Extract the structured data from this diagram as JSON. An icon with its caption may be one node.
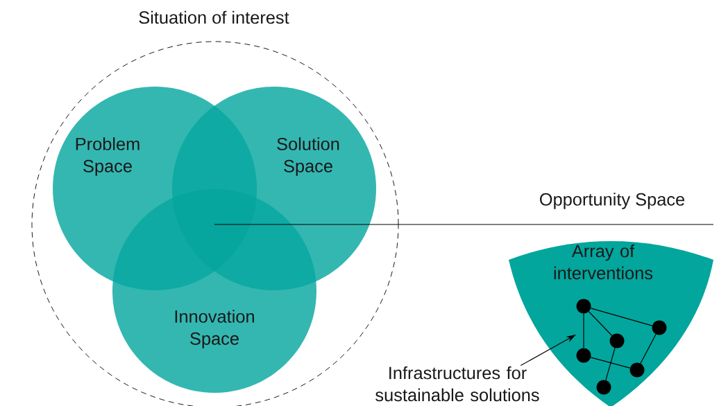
{
  "diagram": {
    "nodes": [
      {
        "text": [
          "Situation of interest"
        ]
      },
      {
        "text": [
          "Problem Space"
        ],
        "in": 0
      },
      {
        "text": [
          "Solution Space"
        ],
        "in": 0
      },
      {
        "text": [
          "Innovation Space"
        ],
        "in": 0
      },
      {
        "text": [
          "Array of interventions"
        ]
      },
      {
        "text": [],
        "shape": "circle",
        "in": 4
      },
      {
        "text": [],
        "shape": "circle",
        "in": 4
      },
      {
        "text": [],
        "shape": "circle",
        "in": 4
      },
      {
        "text": [],
        "shape": "circle",
        "in": 4
      },
      {
        "text": [],
        "shape": "circle",
        "in": 4
      },
      {
        "text": [],
        "shape": "circle",
        "in": 4
      },
      {
        "text": [
          "Infrastructures for sustainable solutions"
        ]
      }
    ],
    "edges": [
      {
        "from": 5,
        "to": 8,
        "arrow": "none"
      },
      {
        "from": 5,
        "to": 7,
        "arrow": "none"
      },
      {
        "from": 5,
        "to": 6,
        "arrow": "none"
      },
      {
        "from": 6,
        "to": 9,
        "arrow": "none"
      },
      {
        "from": 8,
        "to": 9,
        "arrow": "none"
      },
      {
        "from": 7,
        "to": 10,
        "arrow": "none"
      },
      {
        "from": 11,
        "to": null,
        "arrow": "to"
      }
    ],
    "labels": [
      "Opportunity Space"
    ]
  }
}
